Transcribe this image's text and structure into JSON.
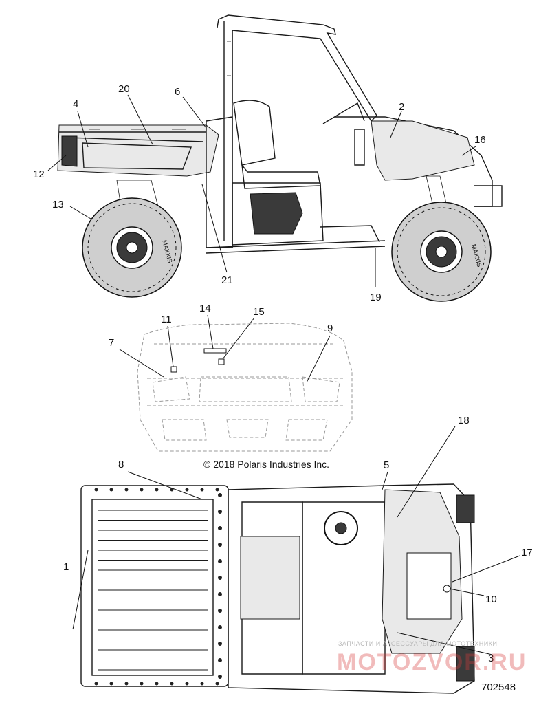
{
  "diagram": {
    "callouts": [
      {
        "id": "c1",
        "label": "1"
      },
      {
        "id": "c2",
        "label": "2"
      },
      {
        "id": "c3",
        "label": "3"
      },
      {
        "id": "c4",
        "label": "4"
      },
      {
        "id": "c5",
        "label": "5"
      },
      {
        "id": "c6",
        "label": "6"
      },
      {
        "id": "c7",
        "label": "7"
      },
      {
        "id": "c8",
        "label": "8"
      },
      {
        "id": "c9",
        "label": "9"
      },
      {
        "id": "c10",
        "label": "10"
      },
      {
        "id": "c11",
        "label": "11"
      },
      {
        "id": "c12",
        "label": "12"
      },
      {
        "id": "c13",
        "label": "13"
      },
      {
        "id": "c14",
        "label": "14"
      },
      {
        "id": "c15",
        "label": "15"
      },
      {
        "id": "c16",
        "label": "16"
      },
      {
        "id": "c17",
        "label": "17"
      },
      {
        "id": "c18",
        "label": "18"
      },
      {
        "id": "c19",
        "label": "19"
      },
      {
        "id": "c20",
        "label": "20"
      },
      {
        "id": "c21",
        "label": "21"
      }
    ],
    "copyright": "© 2018 Polaris Industries Inc.",
    "part_number": "702548",
    "tire_brand": "MAXXIS"
  },
  "watermark": {
    "tagline": "ЗАПЧАСТИ И АКСЕССУАРЫ ДЛЯ МОТОТЕХНИКИ",
    "site": "MOTOZVOR.RU"
  }
}
